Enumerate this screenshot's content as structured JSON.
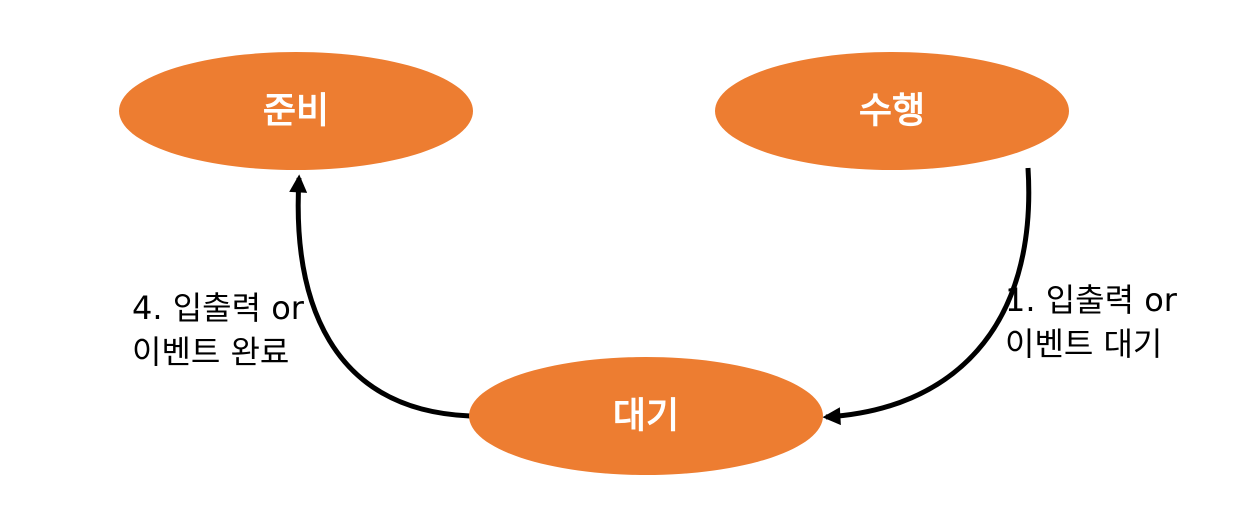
{
  "colors": {
    "node_fill": "#ED7D31",
    "node_text": "#FFFFFF",
    "edge": "#000000",
    "background": "#FFFFFF"
  },
  "nodes": {
    "ready": {
      "label": "준비"
    },
    "running": {
      "label": "수행"
    },
    "waiting": {
      "label": "대기"
    }
  },
  "edges": {
    "running_to_waiting": {
      "line1": "1. 입출력 or",
      "line2": "이벤트 대기"
    },
    "waiting_to_ready": {
      "line1": "4. 입출력 or",
      "line2": "이벤트 완료"
    }
  }
}
